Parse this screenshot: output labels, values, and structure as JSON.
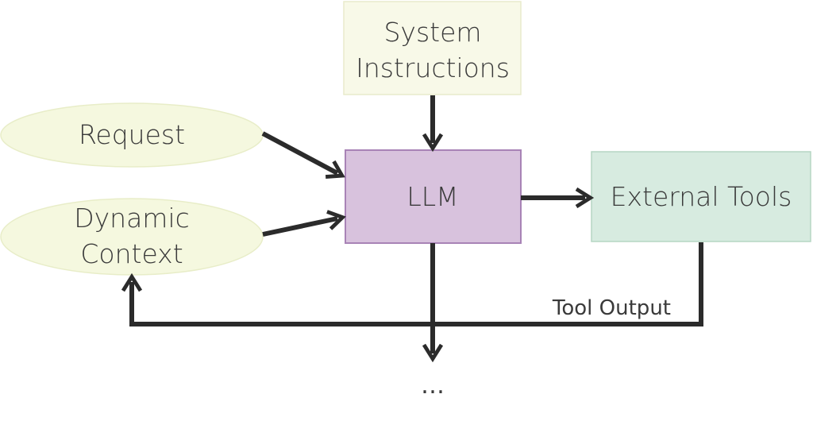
{
  "colors": {
    "system_instructions_fill": "#f8f9e8",
    "system_instructions_stroke": "#e9ebcc",
    "request_fill": "#f5f8df",
    "request_stroke": "#e8edc8",
    "llm_fill": "#d8c2dd",
    "llm_stroke": "#a883b6",
    "tools_fill": "#d7ebe0",
    "tools_stroke": "#b5d6c4",
    "arrow": "#2b2b2b"
  },
  "nodes": {
    "system_instructions": {
      "line1": "System",
      "line2": "Instructions"
    },
    "request": {
      "label": "Request"
    },
    "dynamic_context": {
      "line1": "Dynamic",
      "line2": "Context"
    },
    "llm": {
      "label": "LLM"
    },
    "external_tools": {
      "label": "External Tools"
    }
  },
  "edges": {
    "tool_output_label": "Tool Output",
    "continuation": "…"
  }
}
